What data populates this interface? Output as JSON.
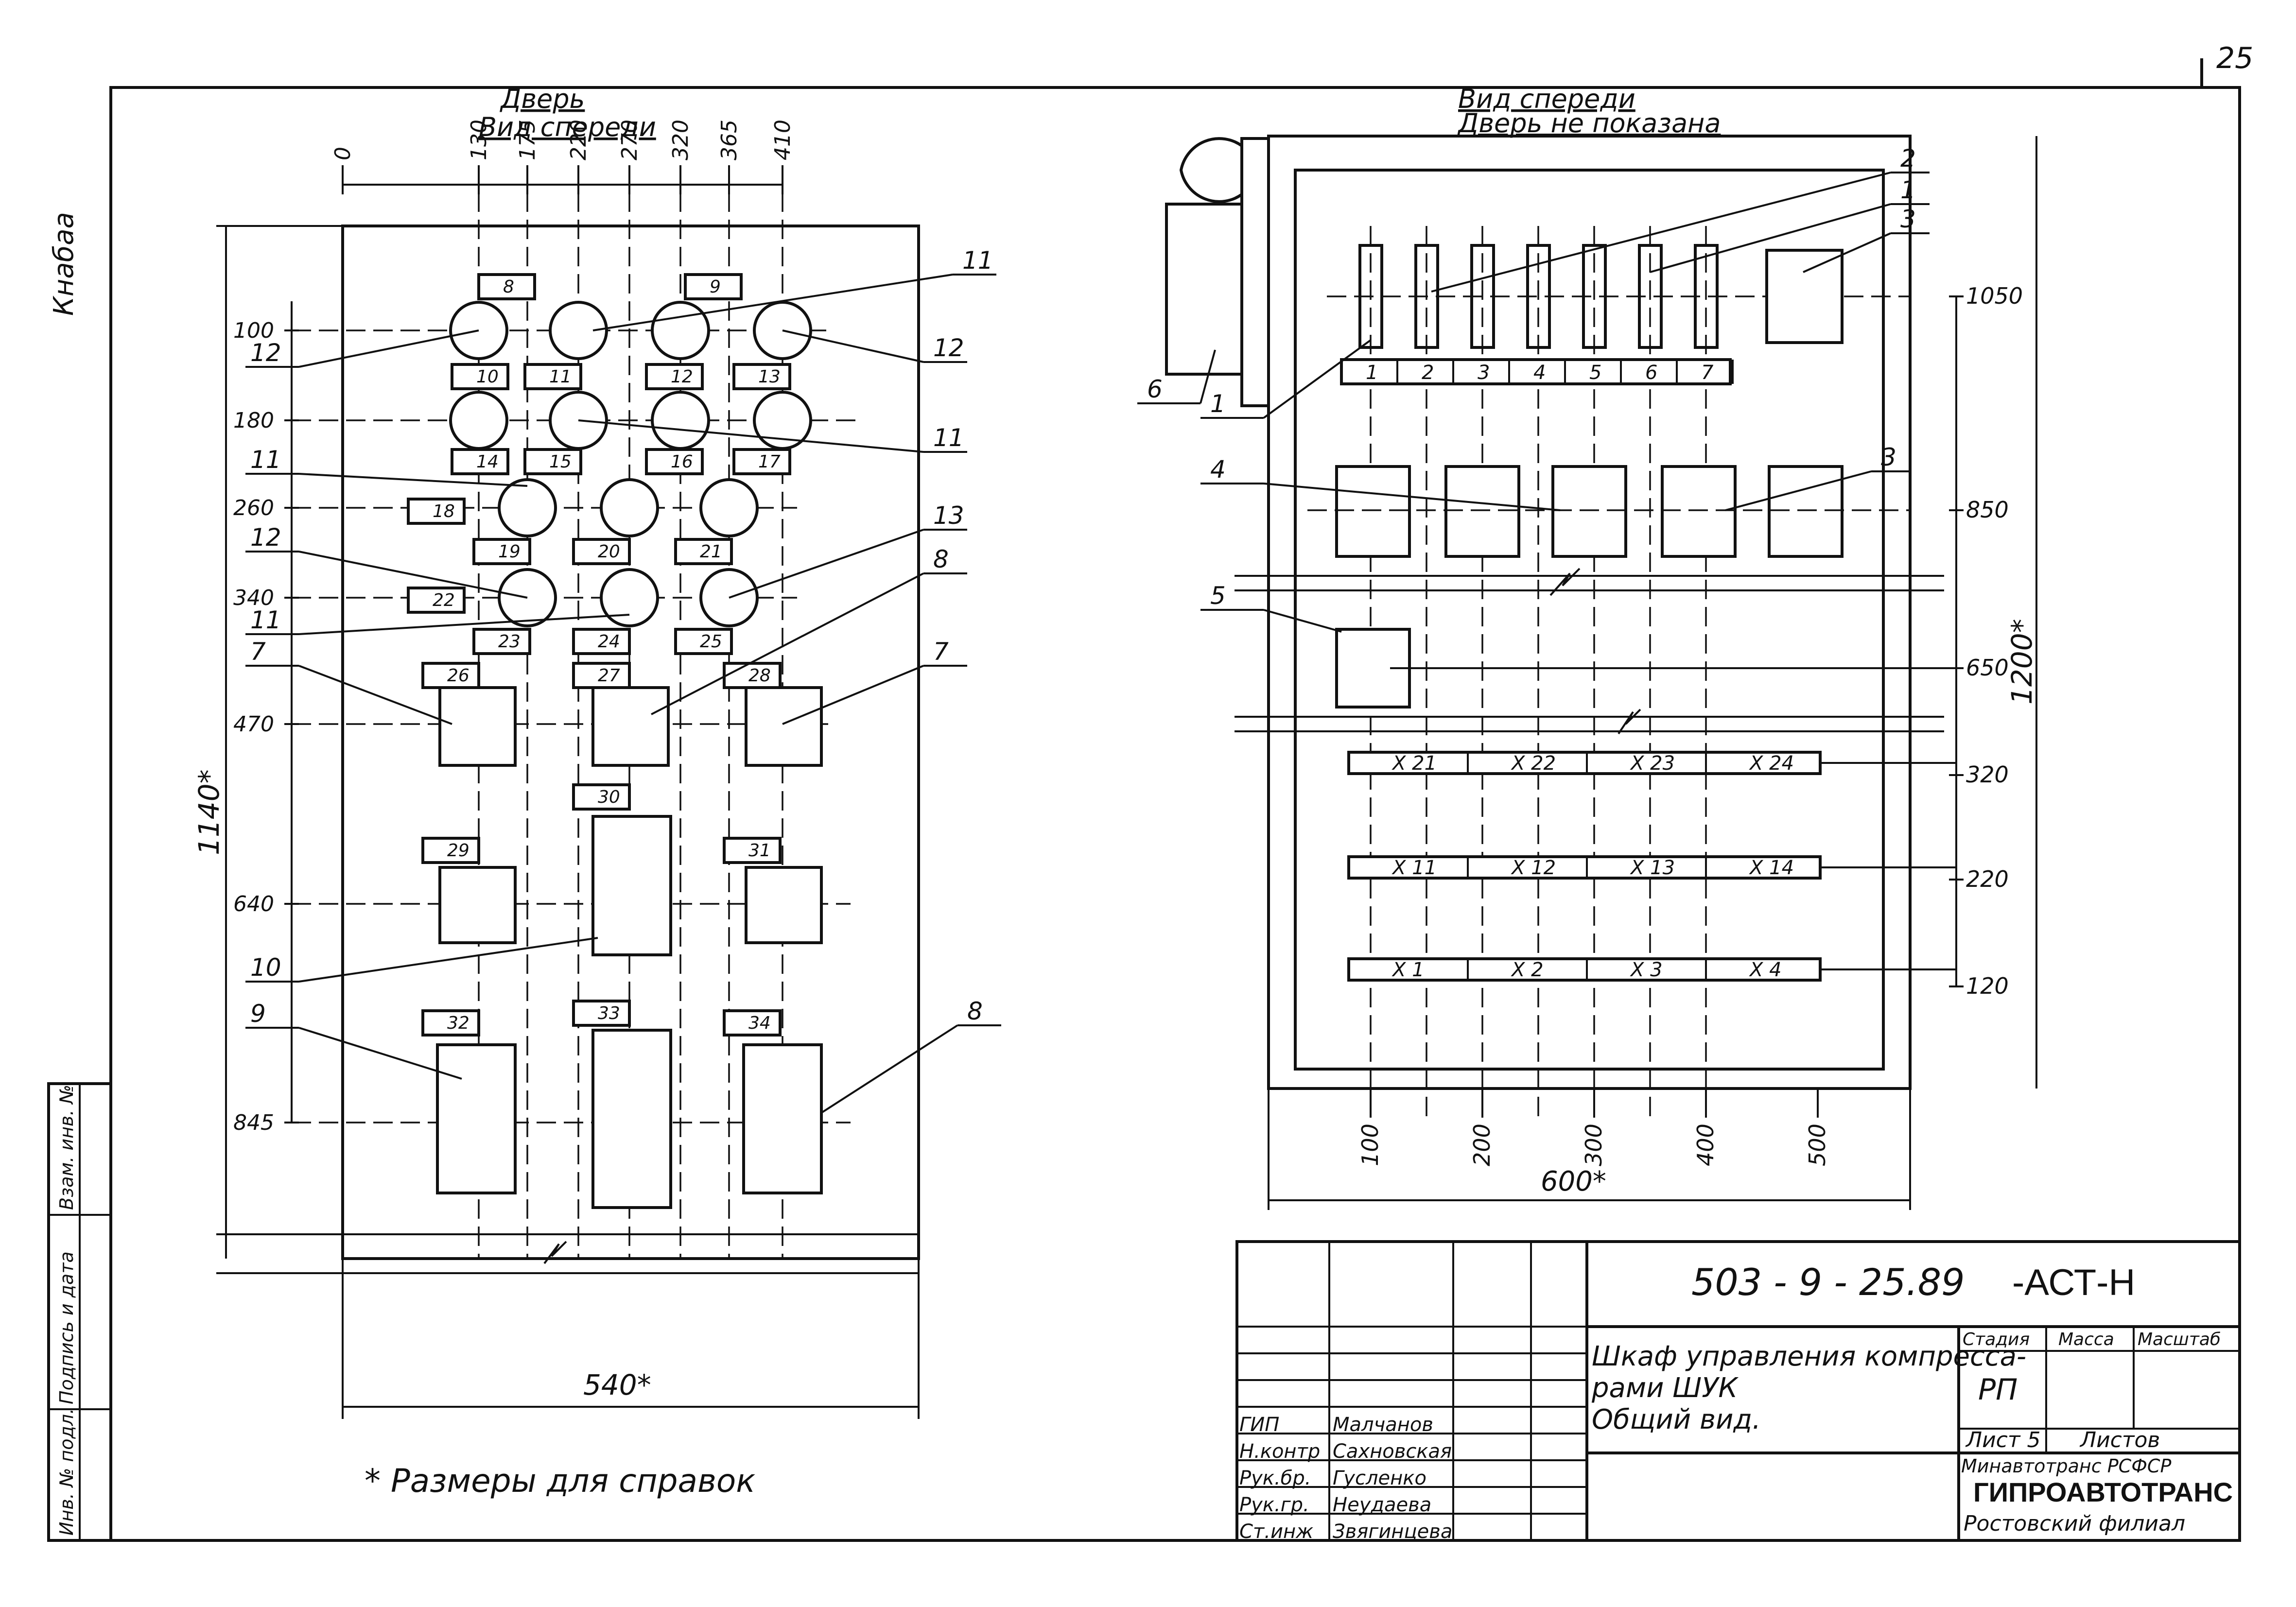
{
  "door_view": {
    "title": "Дверь",
    "subtitle": "Вид спереди",
    "x_ticks": [
      "0",
      "130",
      "175",
      "220",
      "270",
      "320",
      "365",
      "410"
    ],
    "y_ticks": [
      "100",
      "180",
      "260",
      "340",
      "470",
      "640",
      "845"
    ],
    "height_dim": "1140*",
    "width_dim": "540*",
    "lamp_labels": [
      "8",
      "9",
      "10",
      "11",
      "12",
      "13",
      "14",
      "15",
      "16",
      "17",
      "18",
      "19",
      "20",
      "21",
      "22",
      "23",
      "24",
      "25",
      "26",
      "27",
      "28",
      "29",
      "30",
      "31",
      "32",
      "33",
      "34"
    ],
    "callouts": [
      "11",
      "12",
      "12",
      "11",
      "11",
      "12",
      "13",
      "11",
      "8",
      "7",
      "7",
      "10",
      "9",
      "8"
    ]
  },
  "front_view": {
    "title": "Вид спереди",
    "subtitle": "Дверь не показана",
    "relay_labels": [
      "1",
      "2",
      "3",
      "4",
      "5",
      "6",
      "7"
    ],
    "terminal_rows": [
      [
        "X 21",
        "X 22",
        "X 23",
        "X 24"
      ],
      [
        "X 11",
        "X 12",
        "X 13",
        "X 14"
      ],
      [
        "X 1",
        "X 2",
        "X 3",
        "X 4"
      ]
    ],
    "y_ticks": [
      "1050",
      "850",
      "650",
      "320",
      "220",
      "120"
    ],
    "x_ticks": [
      "100",
      "200",
      "300",
      "400",
      "500"
    ],
    "height_dim": "1200*",
    "width_dim": "600*",
    "callouts": [
      "2",
      "1",
      "3",
      "6",
      "1",
      "4",
      "3",
      "5"
    ]
  },
  "footnote": "* Размеры для справок",
  "side_labels": [
    "Инв. № подл.",
    "Подпись и дата",
    "Взам. инв. №"
  ],
  "title_block": {
    "doc_code": "503 - 9 - 25.89",
    "doc_suffix": "-АСТ-Н",
    "title_lines": [
      "Шкаф управления компресса-",
      "рами ШУК",
      "Общий вид."
    ],
    "col_stage": "Стадия",
    "col_mass": "Масса",
    "col_scale": "Масштаб",
    "stage_value": "РП",
    "sheet": "Лист 5",
    "sheets": "Листов",
    "org_line1": "Минавтотранс РСФСР",
    "org_line2": "ГИПРОАВТОТРАНС",
    "org_line3": "Ростовский филиал",
    "signatures": [
      {
        "role": "ГИП",
        "name": "Малчанов"
      },
      {
        "role": "Н.контр",
        "name": "Сахновская"
      },
      {
        "role": "Рук.бр.",
        "name": "Гусленко"
      },
      {
        "role": "Рук.гр.",
        "name": "Неудаева"
      },
      {
        "role": "Ст.инж",
        "name": "Звягинцева"
      }
    ]
  },
  "corner_mark": "25",
  "stamp_top_left": "Кнабаа"
}
